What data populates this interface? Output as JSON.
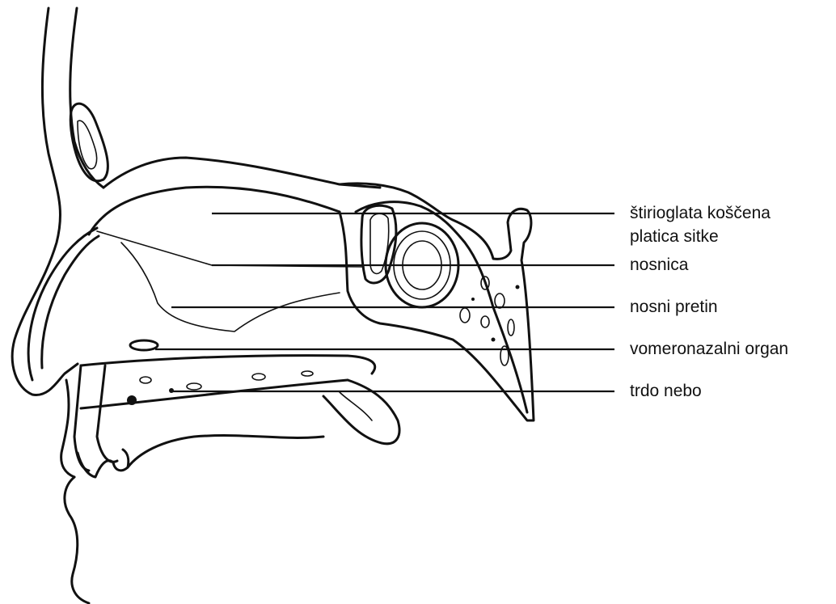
{
  "labels": {
    "cribriform_line1": "štirioglata koščena",
    "cribriform_line2": "platica sitke",
    "nostril": "nosnica",
    "vestibule": "nosni pretin",
    "vomeronasal": "vomeronazalni organ",
    "hard_palate": "trdo nebo"
  },
  "colors": {
    "ink": "#111111",
    "background": "#ffffff"
  }
}
